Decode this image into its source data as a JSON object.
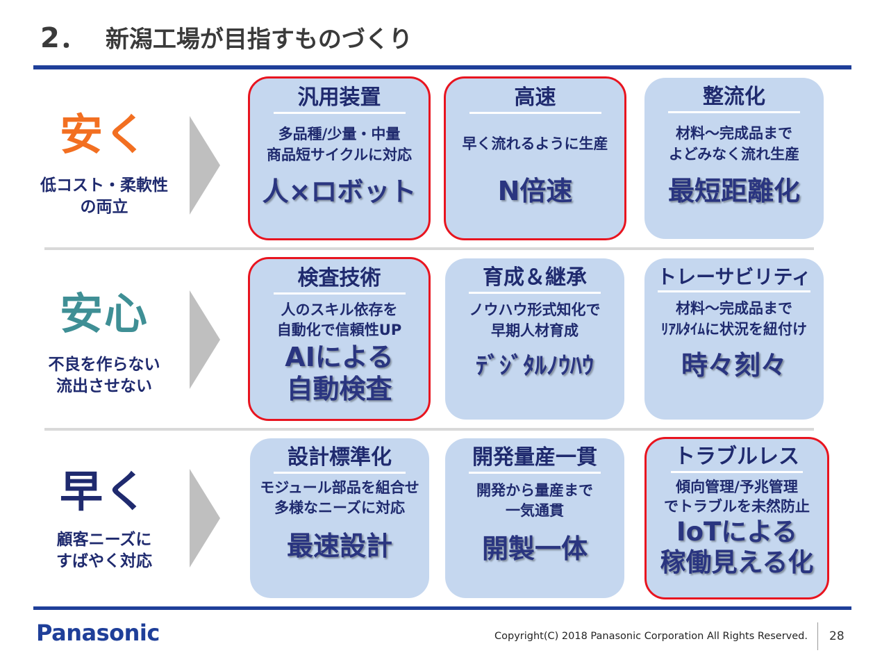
{
  "slide": {
    "number": "2．",
    "title": "新潟工場が目指すものづくり"
  },
  "colors": {
    "brand_blue": "#1f3f99",
    "card_fill": "#c5d7ef",
    "card_text": "#1f2a6e",
    "highlight_border": "#e8141f",
    "row1_accent": "#f26f21",
    "row2_accent": "#3f8f95",
    "row3_accent": "#1f2a6e"
  },
  "rows": [
    {
      "label": "安く",
      "sub1": "低コスト・柔軟性",
      "sub2": "の両立",
      "cards": [
        {
          "heading": "汎用装置",
          "desc1": "多品種/少量・中量",
          "desc2": "商品短サイクルに対応",
          "big1": "人×ロボット",
          "big2": "",
          "highlighted": true
        },
        {
          "heading": "高速",
          "desc1": "早く流れるように生産",
          "desc2": "",
          "big1": "N倍速",
          "big2": "",
          "highlighted": true
        },
        {
          "heading": "整流化",
          "desc1": "材料～完成品まで",
          "desc2": "よどみなく流れ生産",
          "big1": "最短距離化",
          "big2": "",
          "highlighted": false
        }
      ]
    },
    {
      "label": "安心",
      "sub1": "不良を作らない",
      "sub2": "流出させない",
      "cards": [
        {
          "heading": "検査技術",
          "desc1": "人のスキル依存を",
          "desc2": "自動化で信頼性UP",
          "big1": "AIによる",
          "big2": "自動検査",
          "highlighted": true
        },
        {
          "heading": "育成＆継承",
          "desc1": "ノウハウ形式知化で",
          "desc2": "早期人材育成",
          "big1": "ﾃﾞｼﾞﾀﾙﾉｳﾊｳ",
          "big2": "",
          "highlighted": false
        },
        {
          "heading": "トレーサビリティ",
          "desc1": "材料～完成品まで",
          "desc2": "ﾘｱﾙﾀｲﾑに状況を紐付け",
          "big1": "時々刻々",
          "big2": "",
          "highlighted": false
        }
      ]
    },
    {
      "label": "早く",
      "sub1": "顧客ニーズに",
      "sub2": "すばやく対応",
      "cards": [
        {
          "heading": "設計標準化",
          "desc1": "モジュール部品を組合せ",
          "desc2": "多様なニーズに対応",
          "big1": "最速設計",
          "big2": "",
          "highlighted": false
        },
        {
          "heading": "開発量産一貫",
          "desc1": "開発から量産まで",
          "desc2": "一気通貫",
          "big1": "開製一体",
          "big2": "",
          "highlighted": false
        },
        {
          "heading": "トラブルレス",
          "desc1": "傾向管理/予兆管理",
          "desc2": "でトラブルを未然防止",
          "big1": "IoTによる",
          "big2": "稼働見える化",
          "highlighted": true
        }
      ]
    }
  ],
  "footer": {
    "logo": "Panasonic",
    "copyright": "Copyright(C) 2018 Panasonic Corporation All Rights Reserved.",
    "page": "28"
  }
}
